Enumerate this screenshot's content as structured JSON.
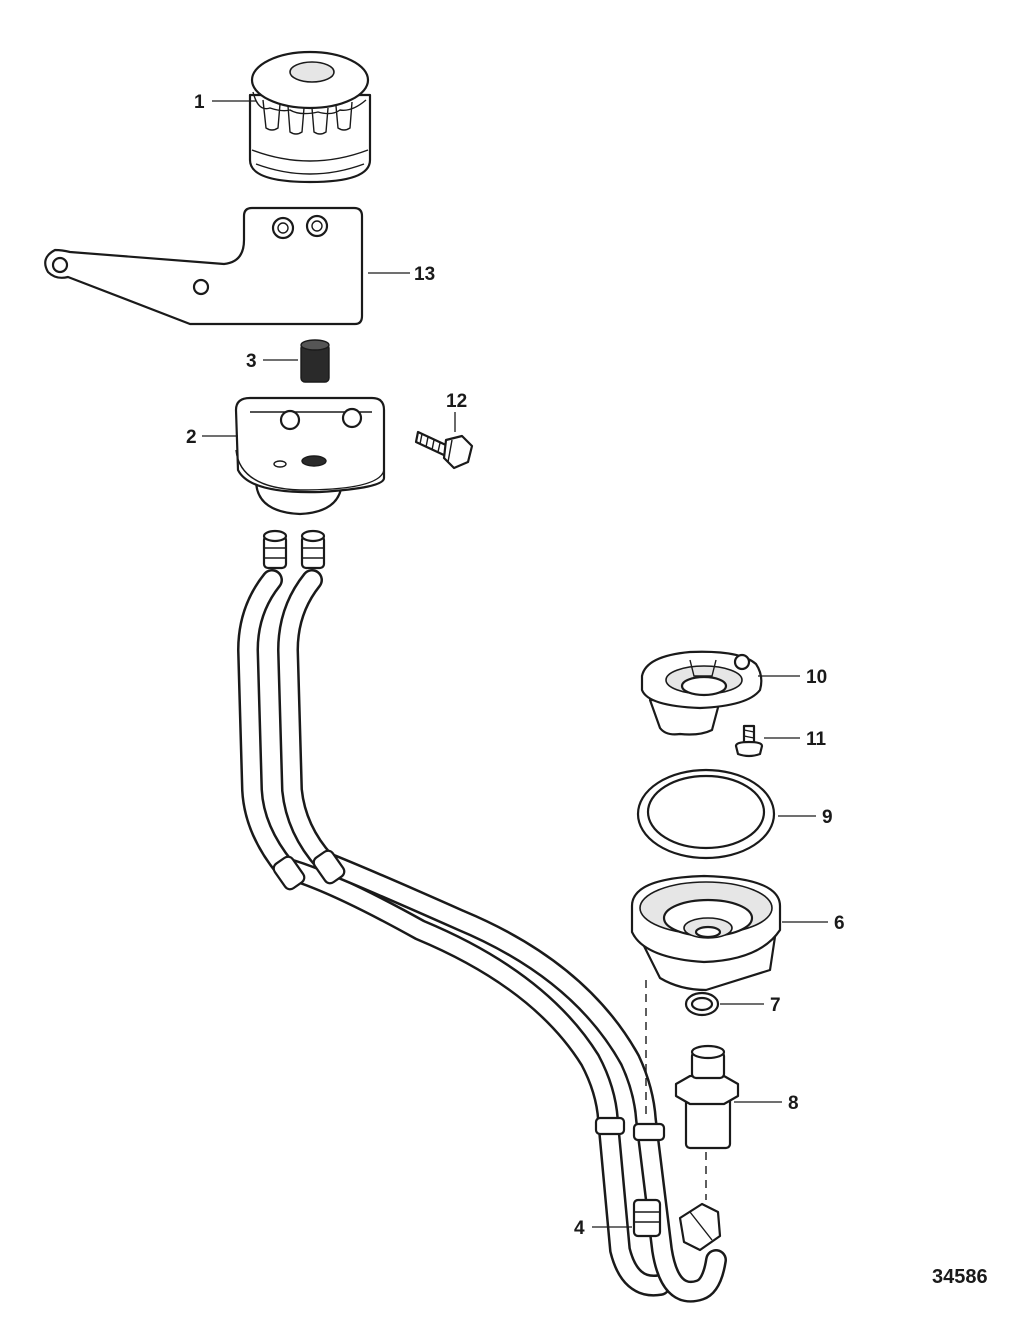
{
  "figure_id": "34586",
  "callouts": {
    "c1": "1",
    "c2": "2",
    "c3": "3",
    "c4": "4",
    "c6": "6",
    "c7": "7",
    "c8": "8",
    "c9": "9",
    "c10": "10",
    "c11": "11",
    "c12": "12",
    "c13": "13"
  }
}
